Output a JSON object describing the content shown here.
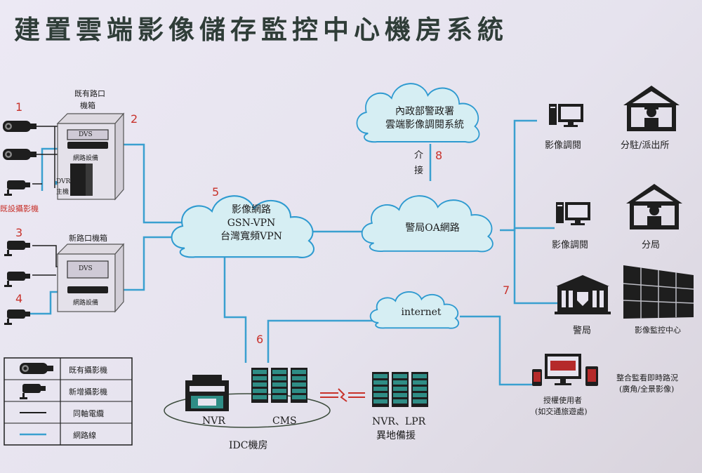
{
  "title": "建置雲端影像儲存監控中心機房系統",
  "numbers": [
    "1",
    "2",
    "3",
    "4",
    "5",
    "6",
    "7",
    "8"
  ],
  "left": {
    "existing_box_label_line1": "既有路口",
    "existing_box_label_line2": "機箱",
    "dvs": "DVS",
    "network_device": "網路設備",
    "dvr_line1": "DVR",
    "dvr_line2": "主機",
    "existing_cam_label": "既設攝影機",
    "new_box_label": "新路口機箱"
  },
  "clouds": {
    "gsn_line1": "影像網路",
    "gsn_line2": "GSN-VPN",
    "gsn_line3": "台灣寬頻VPN",
    "npa_line1": "內政部警政署",
    "npa_line2": "雲端影像調閱系統",
    "oa": "警局OA網路",
    "internet": "internet"
  },
  "link_label_line1": "介",
  "link_label_line2": "接",
  "right": {
    "image_retrieval_1": "影像調閱",
    "branch_station": "分駐/派出所",
    "image_retrieval_2": "影像調閱",
    "precinct": "分局",
    "police_bureau": "警局",
    "video_monitor_center": "影像監控中心",
    "auth_user_line1": "授權使用者",
    "auth_user_line2": "(如交通旅遊處)",
    "integrated_line1": "整合監看即時路況",
    "integrated_line2": "(廣角/全景影像)"
  },
  "idc": {
    "nvr": "NVR",
    "cms": "CMS",
    "room": "IDC機房",
    "backup_line1": "NVR、LPR",
    "backup_line2": "異地備援"
  },
  "legend": {
    "existing_camera": "既有攝影機",
    "new_camera": "新增攝影機",
    "coax": "同軸電纜",
    "network": "網路線"
  },
  "colors": {
    "network_line": "#3aa0d0",
    "cloud_fill": "#d6eef3",
    "cloud_stroke": "#2e9ad0",
    "number_red": "#c8322b",
    "icon_dark": "#1e1e1e",
    "server_teal": "#2f8d86"
  }
}
